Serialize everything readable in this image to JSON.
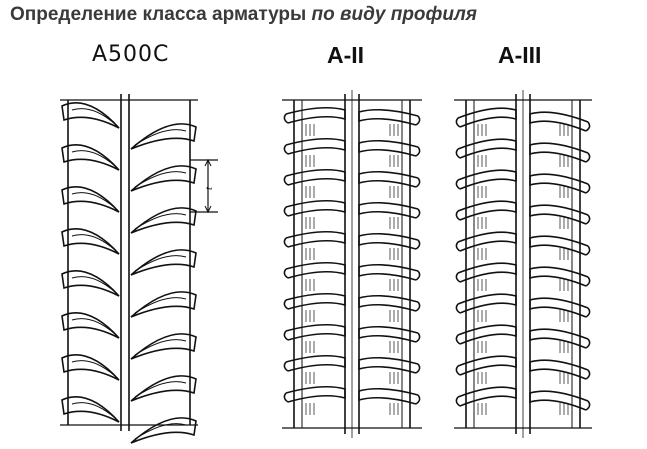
{
  "title": {
    "main": "Определение класса арматуры",
    "italic": "по виду профиля"
  },
  "labels": {
    "a500c": "А500С",
    "a2": "A-II",
    "a3": "A-III"
  },
  "dimension_mark": "t",
  "colors": {
    "title": "#3a3a3a",
    "line": "#111111"
  }
}
